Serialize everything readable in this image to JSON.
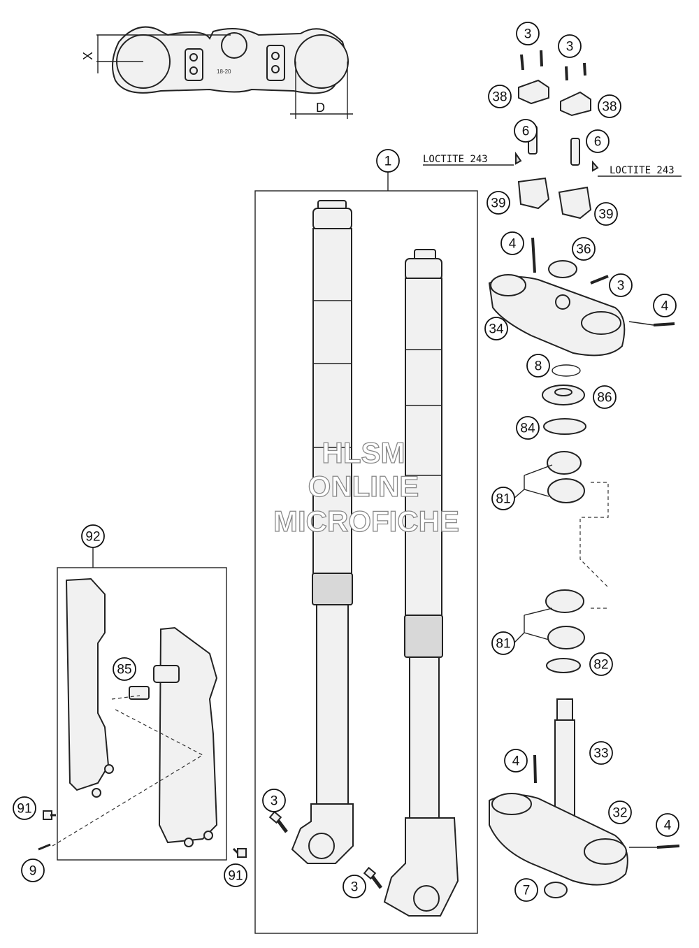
{
  "callouts": [
    {
      "id": "c1",
      "text": "1"
    },
    {
      "id": "c3a",
      "text": "3"
    },
    {
      "id": "c3b",
      "text": "3"
    },
    {
      "id": "c3c",
      "text": "3"
    },
    {
      "id": "c3d",
      "text": "3"
    },
    {
      "id": "c3e",
      "text": "3"
    },
    {
      "id": "c4a",
      "text": "4"
    },
    {
      "id": "c4b",
      "text": "4"
    },
    {
      "id": "c4c",
      "text": "4"
    },
    {
      "id": "c4d",
      "text": "4"
    },
    {
      "id": "c6a",
      "text": "6"
    },
    {
      "id": "c6b",
      "text": "6"
    },
    {
      "id": "c7",
      "text": "7"
    },
    {
      "id": "c8",
      "text": "8"
    },
    {
      "id": "c9",
      "text": "9"
    },
    {
      "id": "c32",
      "text": "32"
    },
    {
      "id": "c33",
      "text": "33"
    },
    {
      "id": "c34",
      "text": "34"
    },
    {
      "id": "c36",
      "text": "36"
    },
    {
      "id": "c38a",
      "text": "38"
    },
    {
      "id": "c38b",
      "text": "38"
    },
    {
      "id": "c39a",
      "text": "39"
    },
    {
      "id": "c39b",
      "text": "39"
    },
    {
      "id": "c81a",
      "text": "81"
    },
    {
      "id": "c81b",
      "text": "81"
    },
    {
      "id": "c82",
      "text": "82"
    },
    {
      "id": "c84",
      "text": "84"
    },
    {
      "id": "c85",
      "text": "85"
    },
    {
      "id": "c86",
      "text": "86"
    },
    {
      "id": "c91a",
      "text": "91"
    },
    {
      "id": "c91b",
      "text": "91"
    },
    {
      "id": "c92",
      "text": "92"
    }
  ],
  "labels": {
    "loctite_left": "LOCTITE 243",
    "loctite_right": "LOCTITE 243",
    "dim_x": "X",
    "dim_d": "D",
    "clamp_marking": "18-20"
  },
  "watermark": {
    "line1": "HLSM",
    "line2": "ONLINE",
    "line3": "MICROFICHE"
  },
  "colors": {
    "line": "#222222",
    "fill": "#f1f1f1",
    "watermark_outline": "#888888"
  }
}
